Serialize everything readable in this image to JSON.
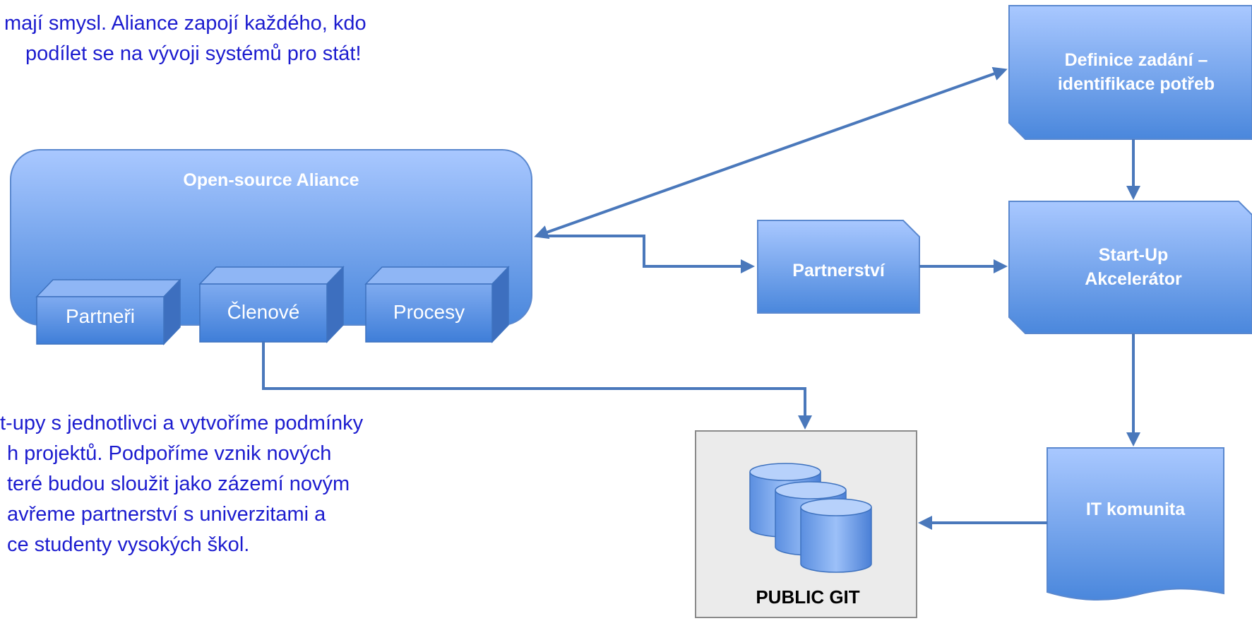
{
  "intro_top": [
    "mají smysl. Aliance zapojí každého, kdo",
    "podílet se na vývoji systémů pro stát!"
  ],
  "intro_bottom": [
    "t-upy s jednotlivci a vytvoříme podmínky",
    "h projektů. Podpoříme vznik nových",
    "teré budou sloužit jako zázemí novým",
    "avřeme partnerství s univerzitami a",
    "ce studenty vysokých škol."
  ],
  "alliance": {
    "title": "Open-source Aliance",
    "cubes": [
      "Partneři",
      "Členové",
      "Procesy"
    ]
  },
  "nodes": {
    "definice": "Definice zadání – identifikace potřeb",
    "startup": "Start-Up Akcelerátor",
    "partnerstvi": "Partnerství",
    "it_komunita": "IT komunita",
    "public_git": "PUBLIC GIT"
  },
  "colors": {
    "shape_top": "#a9c8ff",
    "shape_bottom": "#4a87dc",
    "edge": "#4a7cc4",
    "arrow": "#4a78bb",
    "text": "#1c1ccf"
  }
}
